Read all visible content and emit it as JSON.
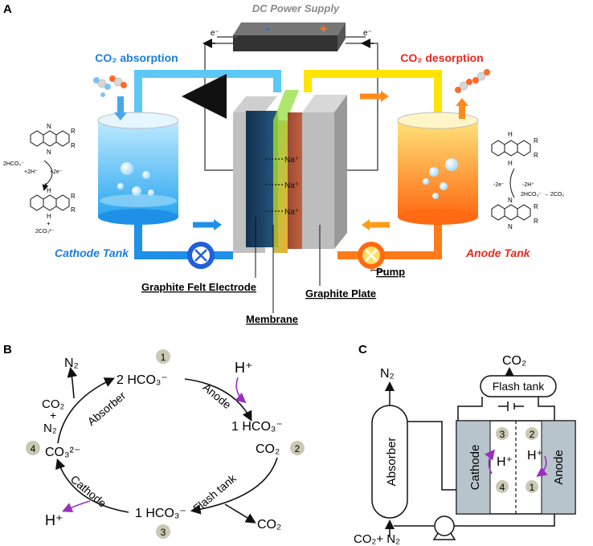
{
  "panel_a": {
    "letter": "A",
    "power_supply": "DC Power Supply",
    "minus": "-",
    "plus": "+",
    "electron_left": "e⁻",
    "electron_right": "e⁻",
    "co2_absorption": "CO₂ absorption",
    "co2_desorption": "CO₂ desorption",
    "na1": "Na⁺",
    "na2": "Na⁺",
    "na3": "Na⁺",
    "cathode_tank": "Cathode Tank",
    "anode_tank": "Anode Tank",
    "graphite_felt": "Graphite Felt Electrode",
    "membrane": "Membrane",
    "graphite_plate": "Graphite Plate",
    "pump": "Pump",
    "left_chem": {
      "hco3": "2HCO₃⁻",
      "h": "+2H⁺",
      "e": "+2e⁻",
      "co3": "2CO₃²⁻",
      "plus": "+",
      "r": "R",
      "n": "N",
      "nh": "H"
    },
    "right_chem": {
      "e": "-2e⁻",
      "h": "-2H⁺",
      "products": "2HCO₃⁻ → 2CO₂",
      "r": "R",
      "n": "N",
      "nh": "H"
    }
  },
  "panel_b": {
    "letter": "B",
    "n2": "N₂",
    "hco3_2": "2 HCO₃⁻",
    "hplus_top": "H⁺",
    "co2_n2_line1": "CO₂",
    "co2_n2_line2": "+",
    "co2_n2_line3": "N₂",
    "absorber": "Absorber",
    "anode": "Anode",
    "hco3_1_right": "1 HCO₃⁻",
    "co2_right": "CO₂",
    "co3": "CO₃²⁻",
    "cathode": "Cathode",
    "flash_tank": "Flash tank",
    "hplus_bottom": "H⁺",
    "hco3_1_bottom": "1 HCO₃⁻",
    "co2_bottom": "CO₂",
    "step1": "1",
    "step2": "2",
    "step3": "3",
    "step4": "4"
  },
  "panel_c": {
    "letter": "C",
    "co2_top": "CO₂",
    "n2": "N₂",
    "flash_tank": "Flash tank",
    "absorber": "Absorber",
    "cathode": "Cathode",
    "anode": "Anode",
    "h_left": "H⁺",
    "h_right": "H⁺",
    "co2_n2": "CO₂+ N₂",
    "step1": "1",
    "step2": "2",
    "step3": "3",
    "step4": "4"
  },
  "colors": {
    "blue": "#1e90e8",
    "cyan_pipe": "#5bc8f5",
    "yellow_pipe": "#ffe400",
    "orange": "#ff7a18",
    "red_text": "#e8281e",
    "blue_text": "#1a6fd6",
    "purple": "#9b2fbf",
    "circle_fill": "#c9c9b4",
    "cell_grey": "#b8c4cc"
  }
}
